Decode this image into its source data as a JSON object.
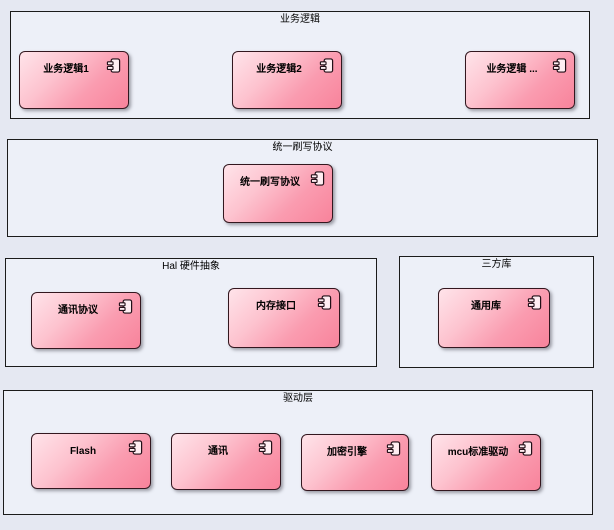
{
  "colors": {
    "background": "#e5e8f2",
    "boundary_fill": "#edf0f8",
    "boundary_border": "#1b1b1b",
    "component_fill_light": "#ffe4ea",
    "component_fill_dark": "#f8839b",
    "component_border": "#33171f"
  },
  "icons": {
    "component": "uml-component-icon"
  },
  "boundaries": [
    {
      "label": "业务逻辑",
      "components": [
        {
          "label": "业务逻辑1"
        },
        {
          "label": "业务逻辑2"
        },
        {
          "label": "业务逻辑 ..."
        }
      ]
    },
    {
      "label": "统一刷写协议",
      "components": [
        {
          "label": "统一刷写协议"
        }
      ]
    },
    {
      "label": "Hal 硬件抽象",
      "components": [
        {
          "label": "通讯协议"
        },
        {
          "label": "内存接口"
        }
      ]
    },
    {
      "label": "三方库",
      "components": [
        {
          "label": "通用库"
        }
      ]
    },
    {
      "label": "驱动层",
      "components": [
        {
          "label": "Flash"
        },
        {
          "label": "通讯"
        },
        {
          "label": "加密引擎"
        },
        {
          "label": "mcu标准驱动"
        }
      ]
    }
  ]
}
